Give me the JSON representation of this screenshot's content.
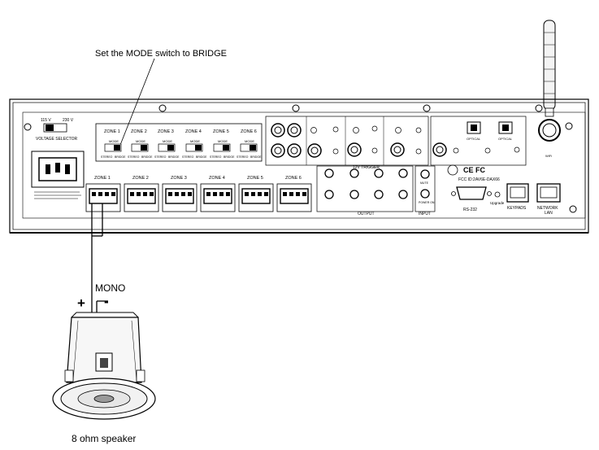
{
  "callout": "Set the MODE switch to BRIDGE",
  "voltage": {
    "v115": "115 V",
    "v230": "230 V",
    "title": "VOLTAGE SELECTOR"
  },
  "zones": [
    "ZONE 1",
    "ZONE 2",
    "ZONE 3",
    "ZONE 4",
    "ZONE 5",
    "ZONE 6"
  ],
  "mode_switch": {
    "title": "MODE",
    "stereo": "STEREO",
    "bridge": "BRIDGE"
  },
  "trigger_label": "12V TRIGGER",
  "output_label": "OUTPUT",
  "input_label": "INPUT",
  "mute_label": "MUTE",
  "power_on_label": "POWER ON",
  "optical_label": "OPTICAL",
  "fcc_id": "FCC ID:2AV6E-DAX66",
  "ce_fc": "CE FC",
  "rs232": "RS-232",
  "upgrade": "Upgrade",
  "keypads": "KEYPADS",
  "network": "NETWORK",
  "lan": "LAN",
  "wifi": "WiFi",
  "mono": "MONO",
  "plus": "+",
  "minus": "-",
  "speaker_caption": "8 ohm speaker"
}
